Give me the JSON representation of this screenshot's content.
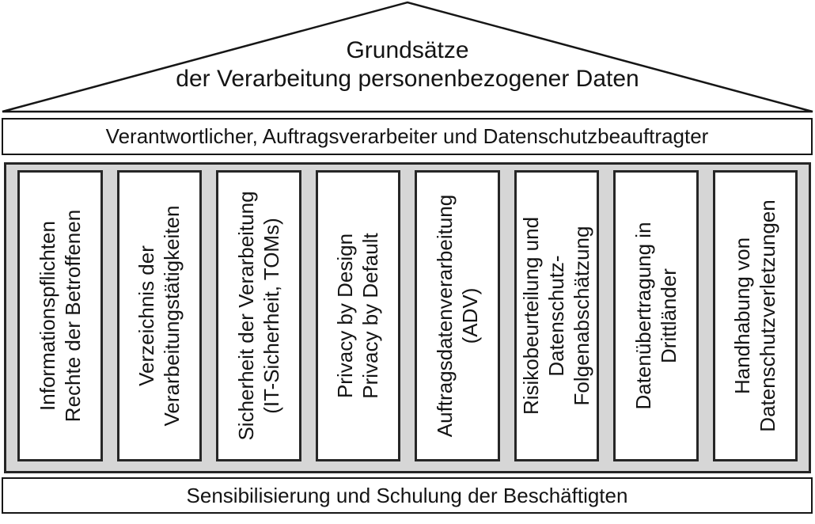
{
  "roof": {
    "title_line1": "Grundsätze",
    "title_line2": "der Verarbeitung personenbezogener Daten"
  },
  "architrave": {
    "label": "Verantwortlicher, Auftragsverarbeiter und Datenschutzbeauftragter"
  },
  "pillars": [
    {
      "label": "Informationspflichten\nRechte der Betroffenen"
    },
    {
      "label": "Verzeichnis der\nVerarbeitungstätigkeiten"
    },
    {
      "label": "Sicherheit der Verarbeitung\n(IT-Sicherheit, TOMs)"
    },
    {
      "label": "Privacy by Design\nPrivacy by Default"
    },
    {
      "label": "Auftragsdatenverarbeitung\n(ADV)"
    },
    {
      "label": "Risikobeurteilung und\nDatenschutz-\nFolgenabschätzung"
    },
    {
      "label": "Datenübertragung in\nDrittländer"
    },
    {
      "label": "Handhabung von\nDatenschutzverletzungen"
    }
  ],
  "base": {
    "label": "Sensibilisierung und Schulung der Beschäftigten"
  },
  "colors": {
    "background": "#ffffff",
    "pillar_area_bg": "#d6d6d6",
    "box_border": "#262626",
    "line_black": "#161616",
    "text": "#141414"
  }
}
